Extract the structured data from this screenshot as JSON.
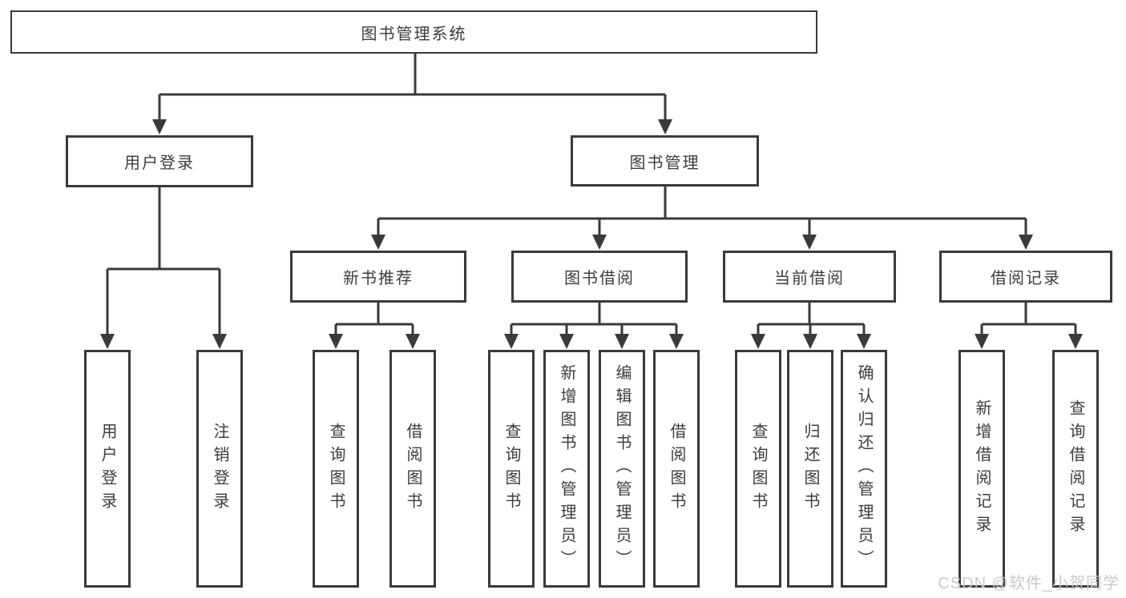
{
  "diagram": {
    "root": {
      "label": "图书管理系统"
    },
    "branches": [
      {
        "label": "用户登录",
        "leaves": [
          {
            "label": "用户登录"
          },
          {
            "label": "注销登录"
          }
        ]
      },
      {
        "label": "图书管理",
        "groups": [
          {
            "label": "新书推荐",
            "leaves": [
              {
                "label": "查询图书"
              },
              {
                "label": "借阅图书"
              }
            ]
          },
          {
            "label": "图书借阅",
            "leaves": [
              {
                "label": "查询图书"
              },
              {
                "label": "新增图书（管理员）"
              },
              {
                "label": "编辑图书（管理员）"
              },
              {
                "label": "借阅图书"
              }
            ]
          },
          {
            "label": "当前借阅",
            "leaves": [
              {
                "label": "查询图书"
              },
              {
                "label": "归还图书"
              },
              {
                "label": "确认归还（管理员）"
              }
            ]
          },
          {
            "label": "借阅记录",
            "leaves": [
              {
                "label": "新增借阅记录"
              },
              {
                "label": "查询借阅记录"
              }
            ]
          }
        ]
      }
    ],
    "watermark": {
      "text": "CSDN @软件_小贺同学"
    },
    "colors": {
      "background": "#ffffff",
      "box_background": "#ffffff",
      "line": "#3a3a3a",
      "text": "#3c3c3c",
      "watermark": "#c9c9c9"
    }
  }
}
